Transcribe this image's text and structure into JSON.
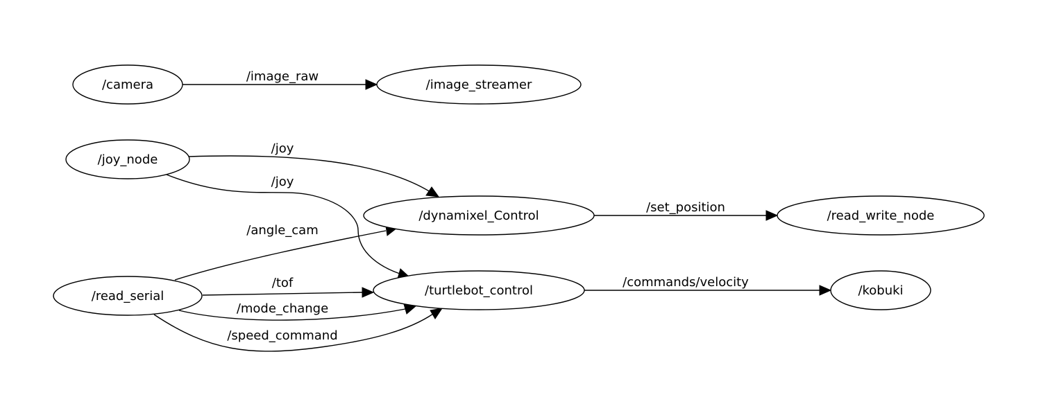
{
  "nodes": {
    "camera": "/camera",
    "image_streamer": "/image_streamer",
    "joy_node": "/joy_node",
    "dynamixel_control": "/dynamixel_Control",
    "read_write_node": "/read_write_node",
    "read_serial": "/read_serial",
    "turtlebot_control": "/turtlebot_control",
    "kobuki": "/kobuki"
  },
  "edges": {
    "image_raw": "/image_raw",
    "joy_to_dynamixel": "/joy",
    "joy_to_turtlebot": "/joy",
    "set_position": "/set_position",
    "angle_cam": "/angle_cam",
    "tof": "/tof",
    "mode_change": "/mode_change",
    "speed_command": "/speed_command",
    "commands_velocity": "/commands/velocity"
  }
}
